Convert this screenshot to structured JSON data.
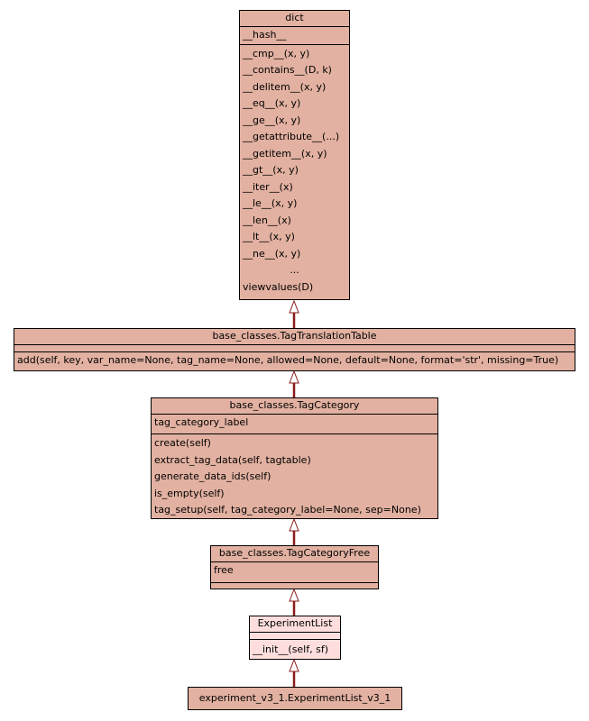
{
  "classes": {
    "dict": {
      "name": "dict",
      "attributes": [
        "__hash__"
      ],
      "methods": [
        "__cmp__(x, y)",
        "__contains__(D, k)",
        "__delitem__(x, y)",
        "__eq__(x, y)",
        "__ge__(x, y)",
        "__getattribute__(...)",
        "__getitem__(x, y)",
        "__gt__(x, y)",
        "__iter__(x)",
        "__le__(x, y)",
        "__len__(x)",
        "__lt__(x, y)",
        "__ne__(x, y)",
        "...",
        "viewvalues(D)"
      ]
    },
    "tag_translation_table": {
      "name": "base_classes.TagTranslationTable",
      "attributes": [],
      "methods": [
        "add(self, key, var_name=None, tag_name=None, allowed=None, default=None, format='str', missing=True)"
      ]
    },
    "tag_category": {
      "name": "base_classes.TagCategory",
      "attributes": [
        "tag_category_label"
      ],
      "methods": [
        "create(self)",
        "extract_tag_data(self, tagtable)",
        "generate_data_ids(self)",
        "is_empty(self)",
        "tag_setup(self, tag_category_label=None, sep=None)"
      ]
    },
    "tag_category_free": {
      "name": "base_classes.TagCategoryFree",
      "attributes": [
        "free"
      ],
      "methods": []
    },
    "experiment_list": {
      "name": "ExperimentList",
      "attributes": [],
      "methods": [
        "__init__(self, sf)"
      ]
    },
    "experiment_list_v3_1": {
      "name": "experiment_v3_1.ExperimentList_v3_1"
    }
  },
  "colors": {
    "class_fill": "#e2b1a1",
    "highlight_fill": "#fddedd",
    "inheritance_edge": "#8b1a1a"
  }
}
